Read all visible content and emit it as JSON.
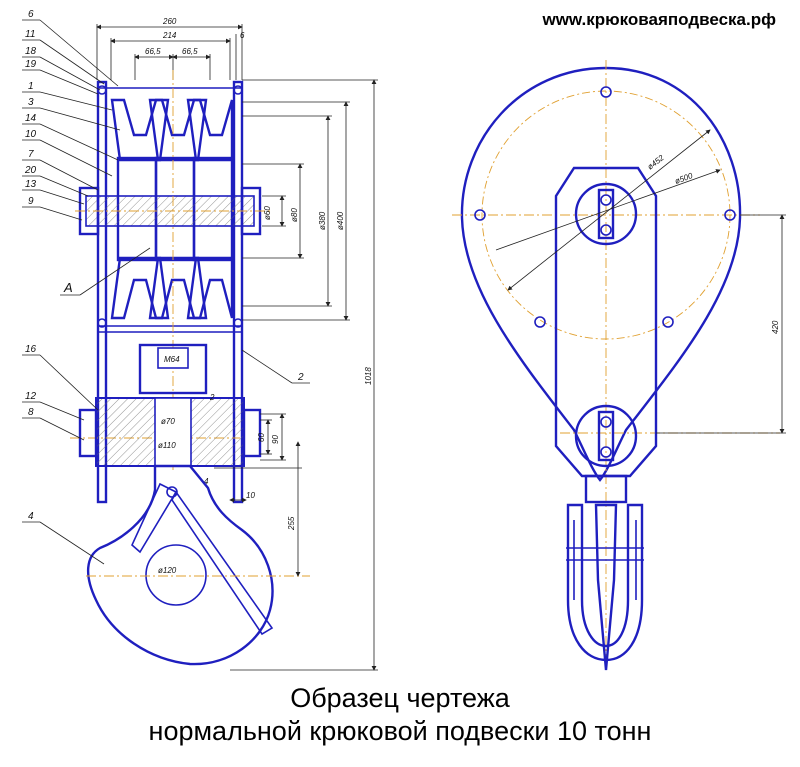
{
  "header": {
    "url": "www.крюковаяподвеска.рф"
  },
  "caption": {
    "line1": "Образец чертежа",
    "line2": "нормальной крюковой подвески 10 тонн"
  },
  "callouts": [
    "6",
    "11",
    "18",
    "19",
    "1",
    "3",
    "14",
    "10",
    "7",
    "20",
    "13",
    "9",
    "A",
    "16",
    "12",
    "8",
    "4",
    "2"
  ],
  "dimensions": {
    "top_overall": "260",
    "top_inner": "214",
    "sheave_pitch_1": "66,5",
    "sheave_pitch_2": "66,5",
    "side_gap": "6",
    "axle_d60": "ø60",
    "d80": "ø80",
    "d380": "ø380",
    "d400": "ø400",
    "overall_height": "1018",
    "thread": "M64",
    "d70": "ø70",
    "d110": "ø110",
    "chamfer": "2",
    "d60_lower": "60",
    "d90_lower": "90",
    "gap_4": "4",
    "gap_10": "10",
    "hook_height": "255",
    "hook_throat": "ø120",
    "side_d452": "ø452",
    "side_d500": "ø500",
    "side_spacing": "420"
  },
  "colors": {
    "outline": "#1f1fbf",
    "axis": "#e0a030",
    "dimension": "#222222"
  }
}
